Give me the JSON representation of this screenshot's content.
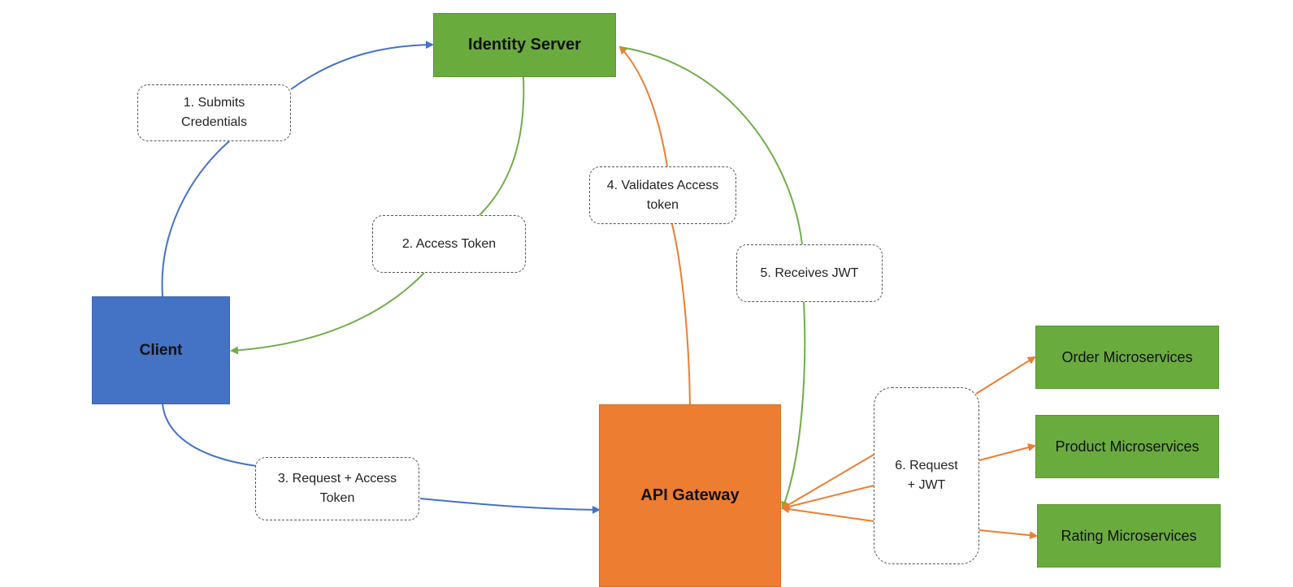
{
  "nodes": {
    "identity_server": "Identity Server",
    "client": "Client",
    "api_gateway": "API Gateway",
    "order_microservices": "Order Microservices",
    "product_microservices": "Product Microservices",
    "rating_microservices": "Rating Microservices"
  },
  "steps": {
    "submits_credentials": "1. Submits\nCredentials",
    "access_token": "2. Access Token",
    "request_access_token": "3. Request + Access\nToken",
    "validates_access_token": "4. Validates Access\ntoken",
    "receives_jwt": "5. Receives JWT",
    "request_jwt": "6. Request\n+ JWT"
  },
  "colors": {
    "blue_flow": "#4472c4",
    "green_flow": "#70ad47",
    "orange_flow": "#ed7d31",
    "identity_server_fill": "#6aab3e",
    "client_fill": "#4472c4",
    "api_gateway_fill": "#ed7d31",
    "microservice_fill": "#6aab3e"
  }
}
